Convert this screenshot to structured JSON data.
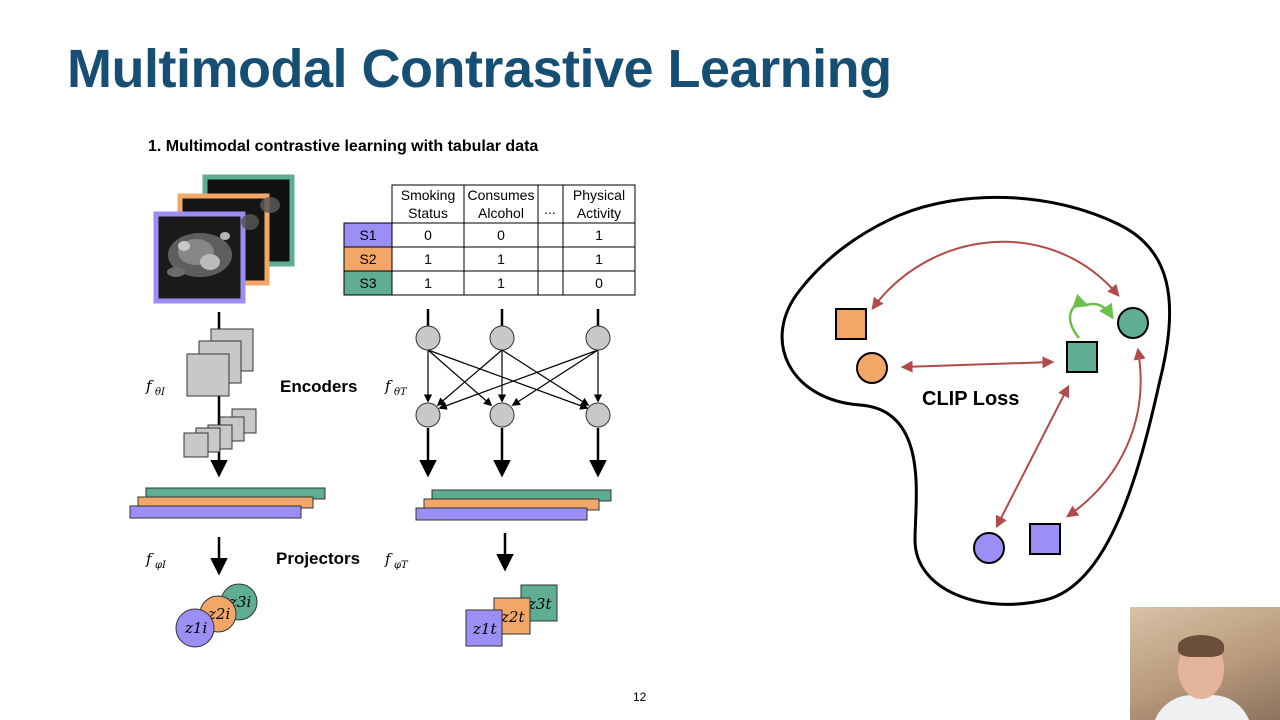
{
  "slide": {
    "title": "Multimodal Contrastive Learning",
    "subtitle": "1. Multimodal contrastive learning with tabular data",
    "page_number": "12"
  },
  "table": {
    "headers": [
      {
        "line1": "Smoking",
        "line2": "Status"
      },
      {
        "line1": "Consumes",
        "line2": "Alcohol"
      },
      {
        "line1": "...",
        "line2": ""
      },
      {
        "line1": "Physical",
        "line2": "Activity"
      }
    ],
    "rows": [
      {
        "label": "S1",
        "color": "#9b8ef5",
        "values": [
          "0",
          "0",
          "",
          "1"
        ]
      },
      {
        "label": "S2",
        "color": "#f2a768",
        "values": [
          "1",
          "1",
          "",
          "1"
        ]
      },
      {
        "label": "S3",
        "color": "#5fae93",
        "values": [
          "1",
          "1",
          "",
          "0"
        ]
      }
    ]
  },
  "labels": {
    "encoders": "Encoders",
    "projectors": "Projectors",
    "clip_loss": "CLIP Loss",
    "f": "f",
    "f_theta_i_sub": "θI",
    "f_theta_t_sub": "θT",
    "f_phi_i_sub": "φI",
    "f_phi_t_sub": "φT",
    "z_image": [
      "z1i",
      "z2i",
      "z3i"
    ],
    "z_tabular": [
      "z1t",
      "z2t",
      "z3t"
    ]
  },
  "colors": {
    "purple": "#9b8ef5",
    "orange": "#f2a768",
    "green": "#5fae93",
    "gray": "#c8c8c8",
    "arrow_red": "#b24a4a",
    "arrow_green": "#6cbf4a",
    "title_blue": "#174e73"
  }
}
